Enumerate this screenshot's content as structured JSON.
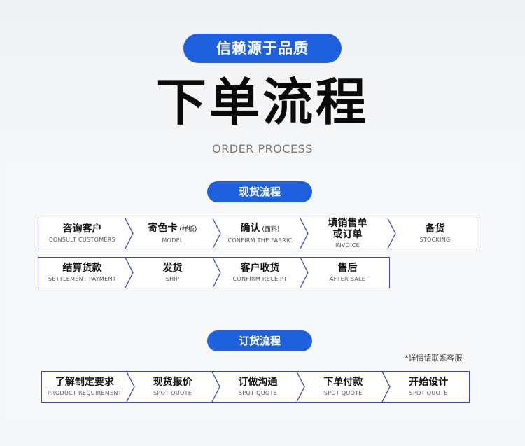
{
  "header": {
    "tagline": "信赖源于品质",
    "title": "下单流程",
    "subtitle": "ORDER PROCESS"
  },
  "stock": {
    "label": "现货流程",
    "row1": [
      {
        "cn": "咨询客户",
        "en": "CONSULT CUSTOMERS"
      },
      {
        "cn": "寄色卡",
        "cn_small": "(样板)",
        "en": "MODEL"
      },
      {
        "cn": "确认",
        "cn_small": "(面料)",
        "en": "CONFIRM THE FABRIC"
      },
      {
        "cn": "填销售单",
        "cn2": "或订单",
        "en": "INVOICE"
      },
      {
        "cn": "备货",
        "en": "STOCKING"
      }
    ],
    "row2": [
      {
        "cn": "结算货款",
        "en": "SETTLEMENT PAYMENT"
      },
      {
        "cn": "发货",
        "en": "SHIP"
      },
      {
        "cn": "客户收货",
        "en": "CONFIRM RECEIPT"
      },
      {
        "cn": "售后",
        "en": "AFTER SALE"
      }
    ]
  },
  "order": {
    "label": "订货流程",
    "note": "*详情请联系客服",
    "row": [
      {
        "cn": "了解制定要求",
        "en": "PRODUCT REQUIREMENT"
      },
      {
        "cn": "现货报价",
        "en": "SPOT QUOTE"
      },
      {
        "cn": "订做沟通",
        "en": "SPOT QUOTE"
      },
      {
        "cn": "下单付款",
        "en": "SPOT QUOTE"
      },
      {
        "cn": "开始设计",
        "en": "SPOT QUOTE"
      }
    ]
  },
  "colors": {
    "accent": "#1f60df",
    "border": "#3c47c8"
  }
}
